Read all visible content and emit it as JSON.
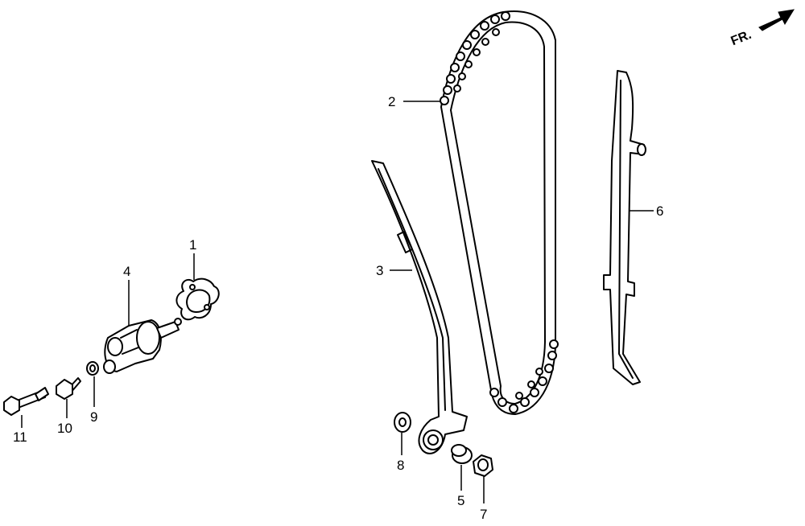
{
  "direction_label": "FR.",
  "callouts": {
    "c1": "1",
    "c2": "2",
    "c3": "3",
    "c4": "4",
    "c5": "5",
    "c6": "6",
    "c7": "7",
    "c8": "8",
    "c9": "9",
    "c10": "10",
    "c11": "11"
  }
}
